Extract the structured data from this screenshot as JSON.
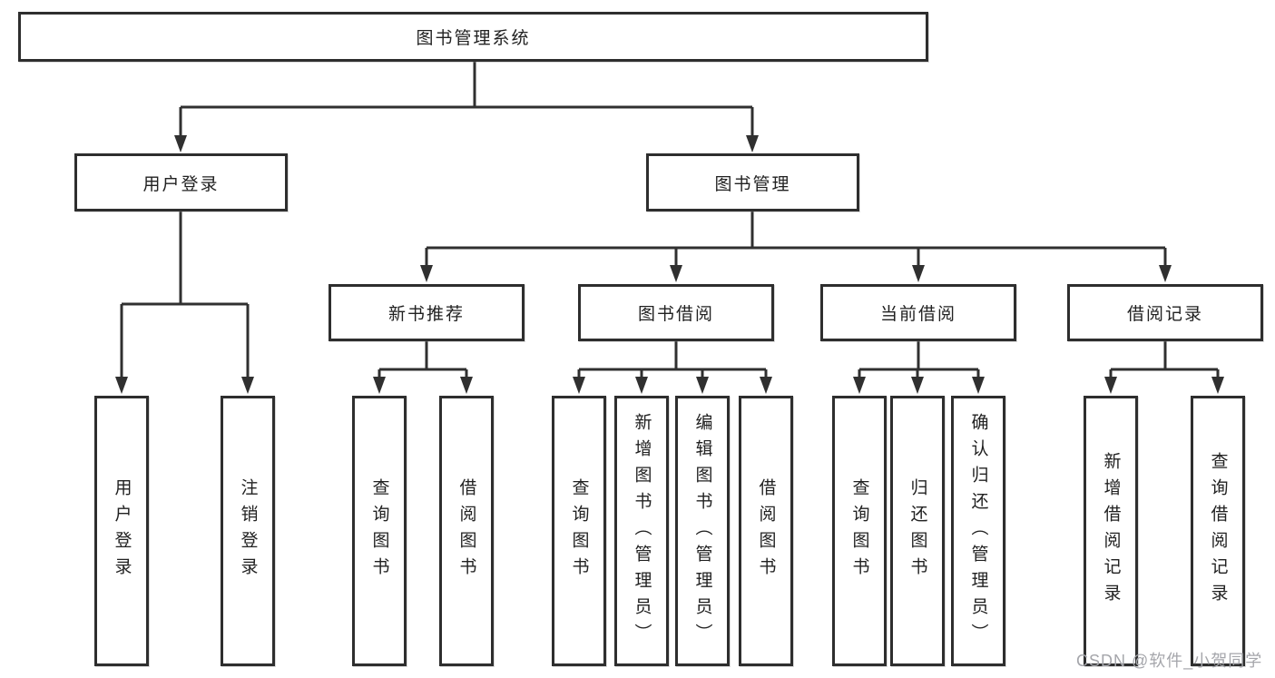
{
  "tree": {
    "root": {
      "label": "图书管理系统"
    },
    "branches": [
      {
        "label": "用户登录",
        "leaves": [
          {
            "label": "用户登录"
          },
          {
            "label": "注销登录"
          }
        ]
      },
      {
        "label": "图书管理",
        "groups": [
          {
            "label": "新书推荐",
            "leaves": [
              {
                "label": "查询图书"
              },
              {
                "label": "借阅图书"
              }
            ]
          },
          {
            "label": "图书借阅",
            "leaves": [
              {
                "label": "查询图书"
              },
              {
                "label": "新增图书（管理员）"
              },
              {
                "label": "编辑图书（管理员）"
              },
              {
                "label": "借阅图书"
              }
            ]
          },
          {
            "label": "当前借阅",
            "leaves": [
              {
                "label": "查询图书"
              },
              {
                "label": "归还图书"
              },
              {
                "label": "确认归还（管理员）"
              }
            ]
          },
          {
            "label": "借阅记录",
            "leaves": [
              {
                "label": "新增借阅记录"
              },
              {
                "label": "查询借阅记录"
              }
            ]
          }
        ]
      }
    ]
  },
  "watermark": {
    "text": "CSDN @软件_小贺同学"
  },
  "colors": {
    "line": "#303030",
    "box_border": "#2e2e2e",
    "text": "#212121",
    "watermark": "#a5a6ab",
    "background": "#ffffff"
  }
}
